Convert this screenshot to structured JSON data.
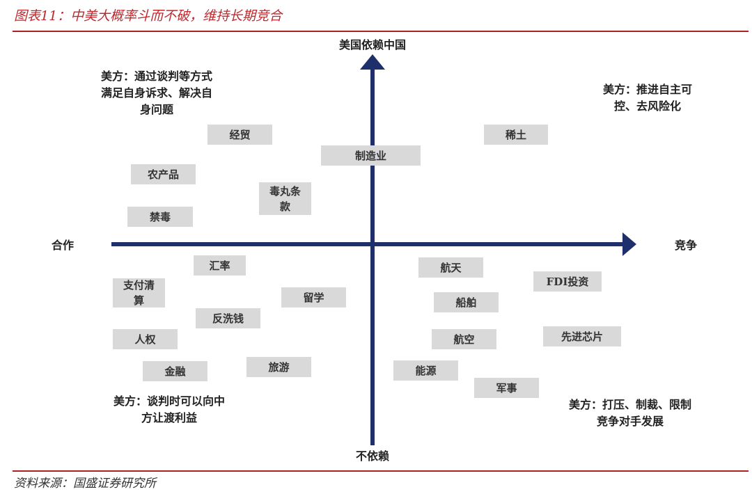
{
  "title": "图表11：中美大概率斗而不破，维持长期竞合",
  "source": "资料来源：国盛证券研究所",
  "colors": {
    "title": "#c0282e",
    "axis": "#1f2f6b",
    "box": "#d9d9d9"
  },
  "axes": {
    "top": "美国依赖中国",
    "bottom": "不依赖",
    "left": "合作",
    "right": "竞争"
  },
  "notes": {
    "top_left": [
      "美方：通过谈判等方式",
      "满足自身诉求、解决自",
      "身问题"
    ],
    "top_right": [
      "美方：推进自主可",
      "控、去风险化"
    ],
    "bottom_left": [
      "美方：谈判时可以向中",
      "方让渡利益"
    ],
    "bottom_right": [
      "美方：打压、制裁、限制",
      "竞争对手发展"
    ]
  },
  "items": [
    "经贸",
    "制造业",
    "稀土",
    "农产品",
    "毒丸条款",
    "禁毒",
    "汇率",
    "支付清算",
    "留学",
    "反洗钱",
    "人权",
    "金融",
    "旅游",
    "航天",
    "FDI投资",
    "船舶",
    "航空",
    "先进芯片",
    "能源",
    "军事"
  ]
}
